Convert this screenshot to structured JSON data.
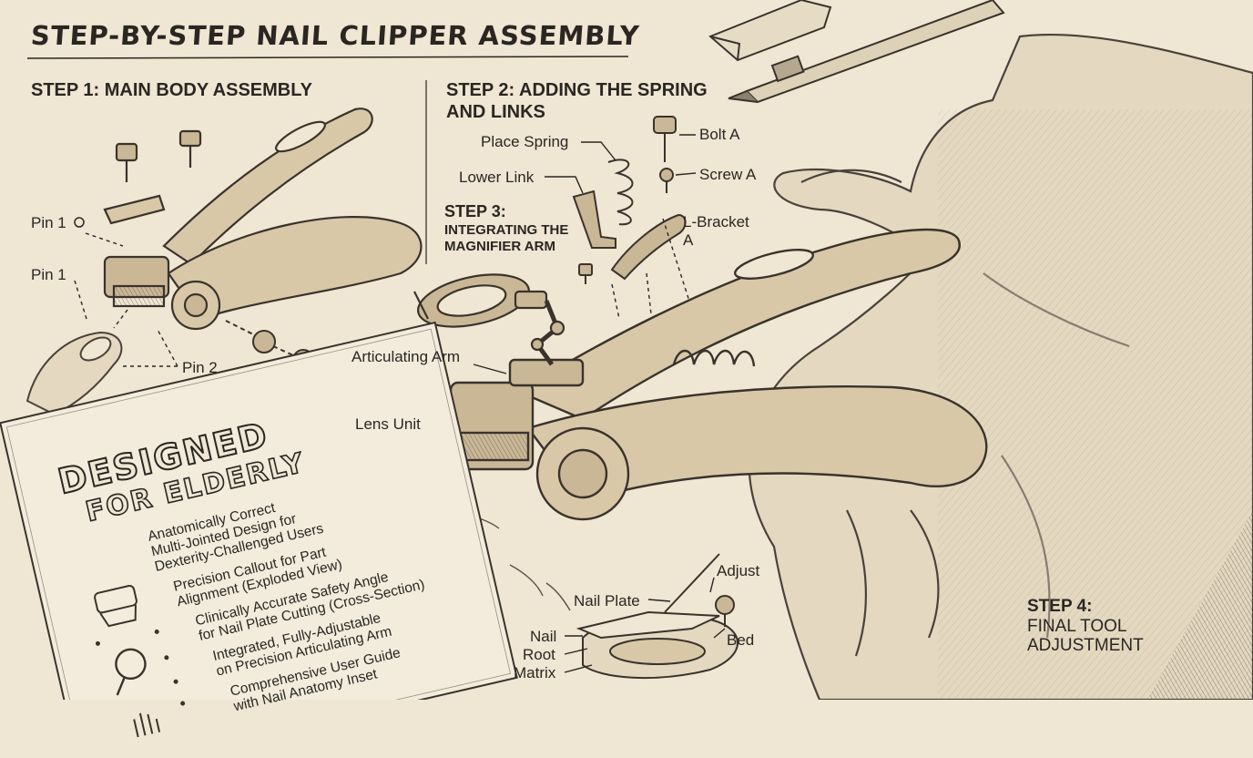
{
  "title": "STEP-BY-STEP NAIL CLIPPER ASSEMBLY",
  "step1": {
    "heading": "STEP 1: MAIN BODY ASSEMBLY",
    "labels": {
      "pin1_top": "Pin 1",
      "pin1_mid": "Pin 1",
      "pin2": "Pin 2"
    }
  },
  "step2": {
    "heading_line1": "STEP 2: ADDING THE SPRING",
    "heading_line2": "AND LINKS",
    "labels": {
      "place_spring": "Place Spring",
      "lower_link": "Lower Link",
      "bolt_a": "Bolt A",
      "screw_a": "Screw A",
      "l_bracket_1": "L-Bracket",
      "l_bracket_2": "A"
    }
  },
  "step3": {
    "heading_line1": "STEP 3:",
    "heading_line2": "INTEGRATING THE",
    "heading_line3": "MAGNIFIER ARM",
    "labels": {
      "articulating_arm": "Articulating Arm",
      "lens_unit": "Lens Unit"
    }
  },
  "step4": {
    "heading_line1": "STEP 4:",
    "heading_line2": "FINAL TOOL",
    "heading_line3": "ADJUSTMENT"
  },
  "inset": {
    "adjust": "Adjust",
    "nail_plate": "Nail Plate",
    "bed": "Bed",
    "nail": "Nail",
    "root": "Root",
    "matrix": "Matrix"
  },
  "card": {
    "title_line1": "DESIGNED",
    "title_line2": "FOR ELDERLY",
    "features": [
      {
        "line1": "Anatomically Correct",
        "line2": "Multi-Jointed Design for",
        "line3": "Dexterity-Challenged Users"
      },
      {
        "line1": "Precision Callout for Part",
        "line2": "Alignment (Exploded View)"
      },
      {
        "line1": "Clinically Accurate Safety Angle",
        "line2": "for Nail Plate Cutting (Cross-Section)"
      },
      {
        "line1": "Integrated, Fully-Adjustable",
        "line2": "on Precision Articulating Arm"
      },
      {
        "line1": "Comprehensive User Guide",
        "line2": "with Nail Anatomy Inset"
      }
    ],
    "icons": [
      "clipper-icon",
      "magnifier-icon",
      "hand-icon"
    ]
  },
  "colors": {
    "paper": "#efe6d3",
    "ink": "#2a2622",
    "wood": "#d9c8a8",
    "shade": "#b7a78c"
  }
}
